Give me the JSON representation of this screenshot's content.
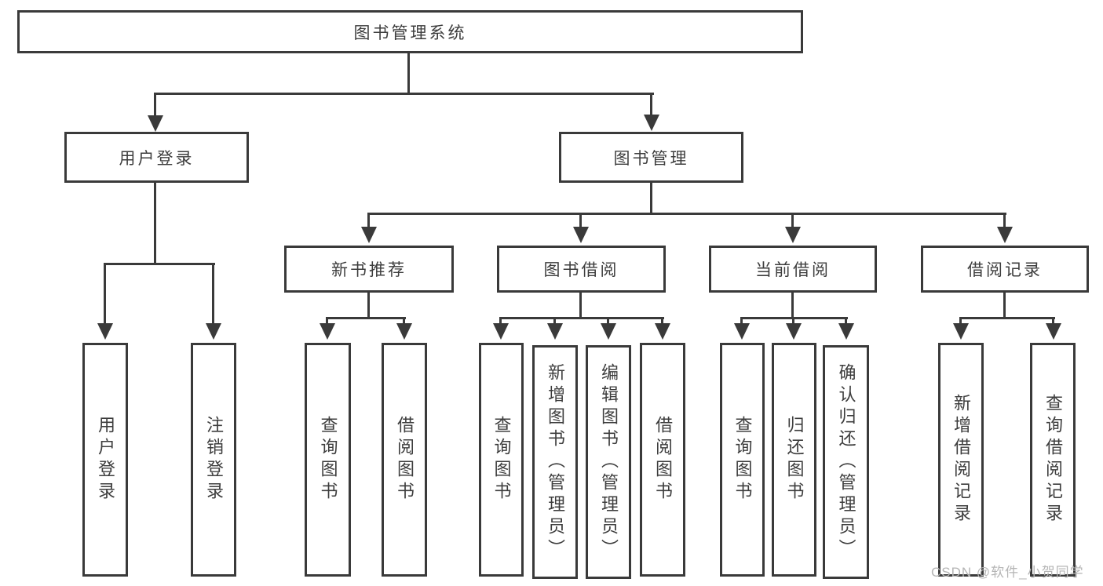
{
  "root": {
    "label": "图书管理系统"
  },
  "branches": [
    {
      "label": "用户登录"
    },
    {
      "label": "图书管理"
    }
  ],
  "modules": [
    {
      "label": "新书推荐"
    },
    {
      "label": "图书借阅"
    },
    {
      "label": "当前借阅"
    },
    {
      "label": "借阅记录"
    }
  ],
  "leaves": {
    "user_login": [
      {
        "label": "用户登录"
      },
      {
        "label": "注销登录"
      }
    ],
    "new_book": [
      {
        "label": "查询图书"
      },
      {
        "label": "借阅图书"
      }
    ],
    "borrow": [
      {
        "label": "查询图书"
      },
      {
        "label": "新增图书（管理员）"
      },
      {
        "label": "编辑图书（管理员）"
      },
      {
        "label": "借阅图书"
      }
    ],
    "current": [
      {
        "label": "查询图书"
      },
      {
        "label": "归还图书"
      },
      {
        "label": "确认归还（管理员）"
      }
    ],
    "records": [
      {
        "label": "新增借阅记录"
      },
      {
        "label": "查询借阅记录"
      }
    ]
  },
  "watermark": "CSDN @软件_小贺同学",
  "colors": {
    "background": "#ffffff",
    "line": "#3a3a3a",
    "text": "#3d3d3d",
    "watermark": "#b5b5b5"
  }
}
